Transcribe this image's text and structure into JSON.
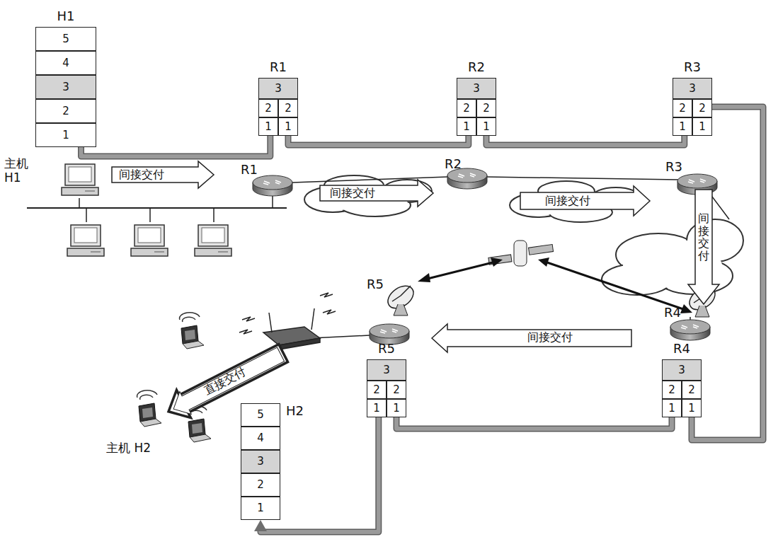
{
  "diagram": {
    "nodes": [
      {
        "text": [
          "H1"
        ]
      },
      {
        "text": [
          "5"
        ],
        "in": 0
      },
      {
        "text": [
          "4"
        ],
        "in": 0
      },
      {
        "text": [
          "3"
        ],
        "in": 0
      },
      {
        "text": [
          "2"
        ],
        "in": 0
      },
      {
        "text": [
          "1"
        ],
        "in": 0
      },
      {
        "text": [
          "R1"
        ]
      },
      {
        "text": [
          "3"
        ],
        "in": 6
      },
      {
        "text": [
          "2"
        ],
        "in": 6
      },
      {
        "text": [
          "2"
        ],
        "in": 6
      },
      {
        "text": [
          "1"
        ],
        "in": 6
      },
      {
        "text": [
          "1"
        ],
        "in": 6
      },
      {
        "text": [
          "R2"
        ]
      },
      {
        "text": [
          "3"
        ],
        "in": 12
      },
      {
        "text": [
          "2"
        ],
        "in": 12
      },
      {
        "text": [
          "2"
        ],
        "in": 12
      },
      {
        "text": [
          "1"
        ],
        "in": 12
      },
      {
        "text": [
          "1"
        ],
        "in": 12
      },
      {
        "text": [
          "R3"
        ]
      },
      {
        "text": [
          "3"
        ],
        "in": 18
      },
      {
        "text": [
          "2"
        ],
        "in": 18
      },
      {
        "text": [
          "2"
        ],
        "in": 18
      },
      {
        "text": [
          "1"
        ],
        "in": 18
      },
      {
        "text": [
          "1"
        ],
        "in": 18
      },
      {
        "text": [
          "R5"
        ]
      },
      {
        "text": [
          "3"
        ],
        "in": 24
      },
      {
        "text": [
          "2"
        ],
        "in": 24
      },
      {
        "text": [
          "2"
        ],
        "in": 24
      },
      {
        "text": [
          "1"
        ],
        "in": 24
      },
      {
        "text": [
          "1"
        ],
        "in": 24
      },
      {
        "text": [
          "R4"
        ]
      },
      {
        "text": [
          "3"
        ],
        "in": 30
      },
      {
        "text": [
          "2"
        ],
        "in": 30
      },
      {
        "text": [
          "2"
        ],
        "in": 30
      },
      {
        "text": [
          "1"
        ],
        "in": 30
      },
      {
        "text": [
          "1"
        ],
        "in": 30
      },
      {
        "text": [
          "H2"
        ]
      },
      {
        "text": [
          "5"
        ],
        "in": 36
      },
      {
        "text": [
          "4"
        ],
        "in": 36
      },
      {
        "text": [
          "3"
        ],
        "in": 36
      },
      {
        "text": [
          "2"
        ],
        "in": 36
      },
      {
        "text": [
          "1"
        ],
        "in": 36
      }
    ],
    "edges": [
      {
        "from": 0,
        "to": 6,
        "arrow": "none"
      },
      {
        "from": 6,
        "to": 12,
        "arrow": "none"
      },
      {
        "from": 12,
        "to": 18,
        "arrow": "none"
      },
      {
        "from": 18,
        "to": 30,
        "arrow": "none"
      },
      {
        "from": 30,
        "to": 24,
        "arrow": "none"
      },
      {
        "from": 24,
        "to": 36,
        "arrow": "to"
      }
    ],
    "labels": [
      "主机 H1",
      "间接交付",
      "R1",
      "间接交付",
      "R2",
      "间接交付",
      "R3",
      "间接交付",
      "R5",
      "间接交付",
      "R4",
      "直接交付",
      "主机 H2"
    ]
  }
}
